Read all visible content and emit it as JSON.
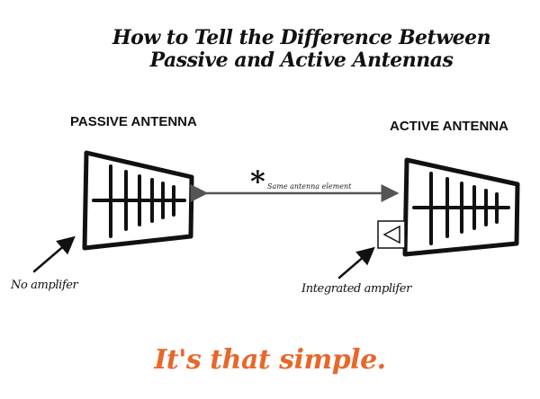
{
  "title": {
    "line1": "How to Tell the Difference Between",
    "line2": "Passive and Active Antennas"
  },
  "passive": {
    "heading": "PASSIVE ANTENNA",
    "callout": "No amplifer"
  },
  "active": {
    "heading": "ACTIVE ANTENNA",
    "callout": "Integrated amplifer"
  },
  "comparison": {
    "asterisk": "*",
    "note": "Same antenna element"
  },
  "tagline": "It's that simple.",
  "colors": {
    "ink": "#111111",
    "tagline": "#e8672a",
    "arrow": "#555555"
  }
}
